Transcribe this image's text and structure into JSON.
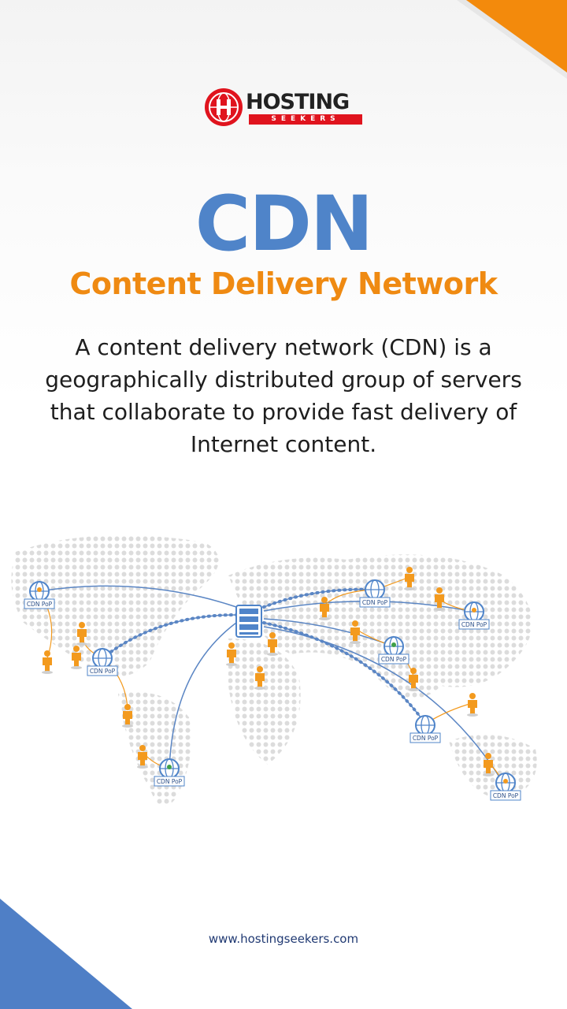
{
  "brand": {
    "name": "HOSTING",
    "sub": "SEEKERS",
    "colors": {
      "red": "#e0141e",
      "blue": "#4f84c9",
      "orange": "#ef8a12"
    }
  },
  "headline": "CDN",
  "subtitle": "Content Delivery Network",
  "description": "A content delivery network (CDN) is a geographically distributed group of servers that collaborate to provide fast delivery of Internet content.",
  "diagram": {
    "pop_label": "CDN PoP",
    "icons": [
      "server-icon",
      "cdn-pop-icon",
      "user-icon"
    ]
  },
  "footer": {
    "url": "www.hostingseekers.com"
  }
}
